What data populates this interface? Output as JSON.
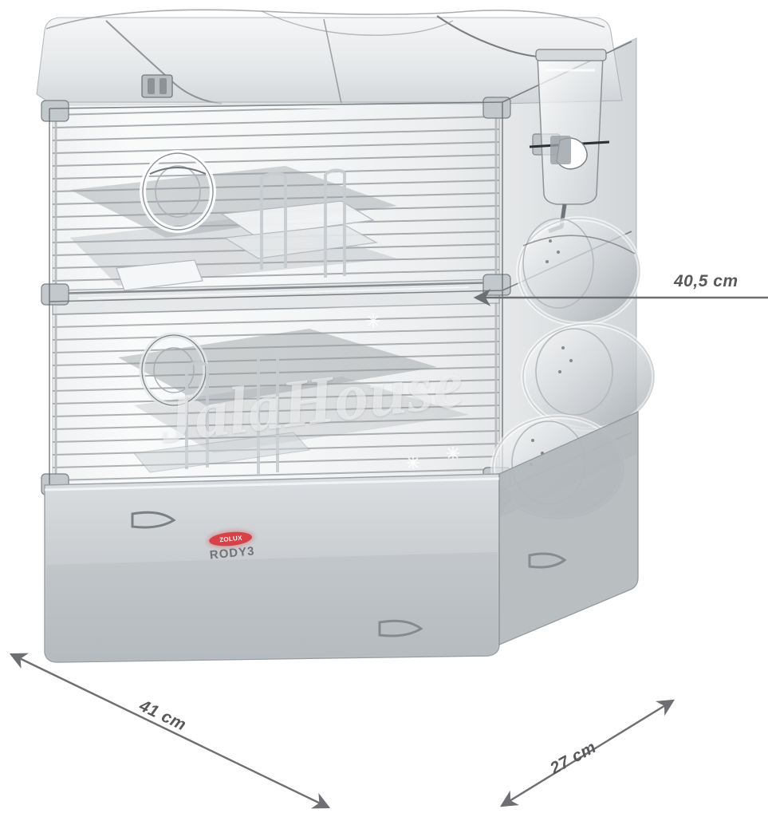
{
  "background_color": "#ffffff",
  "product": {
    "brand_logo_text": "ZOLUX",
    "brand_logo_color": "#d8232a",
    "model_name": "RODY3",
    "model_text_color": "#6d6f72",
    "description": "two-level transparent plastic small-animal cage with wire mesh panels, hinged top lid, water bottle, exercise wheel, platforms, ladders and external transparent tube modules"
  },
  "watermark": {
    "text": "JalaHouse"
  },
  "dimensions": {
    "height": {
      "label": "40,5 cm",
      "axis": "vertical",
      "position": "right"
    },
    "width": {
      "label": "41 cm",
      "axis": "diagonal-down-right",
      "position": "bottom-left"
    },
    "depth": {
      "label": "27 cm",
      "axis": "diagonal-up-right",
      "position": "bottom-right"
    }
  },
  "annotation_style": {
    "line_color": "#6e6f72",
    "text_color": "#58595b",
    "arrow_style": "double-headed"
  }
}
